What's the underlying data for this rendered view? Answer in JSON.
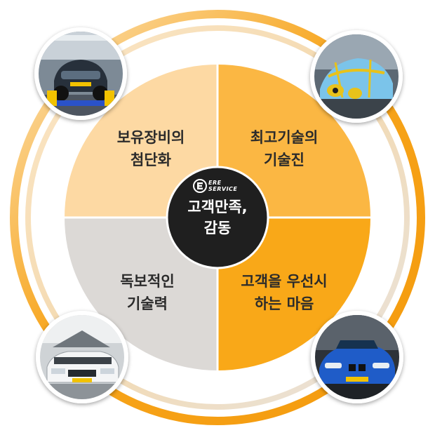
{
  "center": {
    "logo_line1": "ERE",
    "logo_line2": "SERVICE",
    "line1": "고객만족,",
    "line2": "감동"
  },
  "quadrants": [
    {
      "id": "top-left",
      "line1": "보유장비의",
      "line2": "첨단화",
      "color": "#fdd9a3"
    },
    {
      "id": "top-right",
      "line1": "최고기술의",
      "line2": "기술진",
      "color": "#fbb743"
    },
    {
      "id": "bottom-left",
      "line1": "독보적인",
      "line2": "기술력",
      "color": "#dcd9d6"
    },
    {
      "id": "bottom-right",
      "line1": "고객을 우선시",
      "line2": "하는 마음",
      "color": "#f9a818"
    }
  ],
  "colors": {
    "outer_ring_orange": "#f7a51c",
    "outer_ring_light": "#fce3b9",
    "outer_ring_gray": "#cfcac6",
    "center_circle": "#1f1f1f"
  },
  "photos": [
    {
      "id": "lift-car",
      "icon": "car-on-lift-icon"
    },
    {
      "id": "masked-car",
      "icon": "masked-car-icon"
    },
    {
      "id": "open-hood-car",
      "icon": "open-hood-car-icon"
    },
    {
      "id": "blue-car",
      "icon": "blue-car-icon"
    }
  ]
}
